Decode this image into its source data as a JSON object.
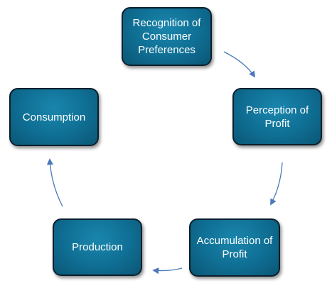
{
  "diagram": {
    "nodes": {
      "recognition": "Recognition of Consumer Preferences",
      "perception": "Perception of Profit",
      "accumulation": "Accumulation of Profit",
      "production": "Production",
      "consumption": "Consumption"
    },
    "edges": [
      {
        "from": "recognition",
        "to": "perception"
      },
      {
        "from": "perception",
        "to": "accumulation"
      },
      {
        "from": "accumulation",
        "to": "production"
      },
      {
        "from": "production",
        "to": "consumption"
      }
    ],
    "colors": {
      "node_fill": "#0f6e93",
      "node_border": "#0b1f2c",
      "node_text": "#ffffff",
      "arrow": "#4a78b8"
    }
  }
}
